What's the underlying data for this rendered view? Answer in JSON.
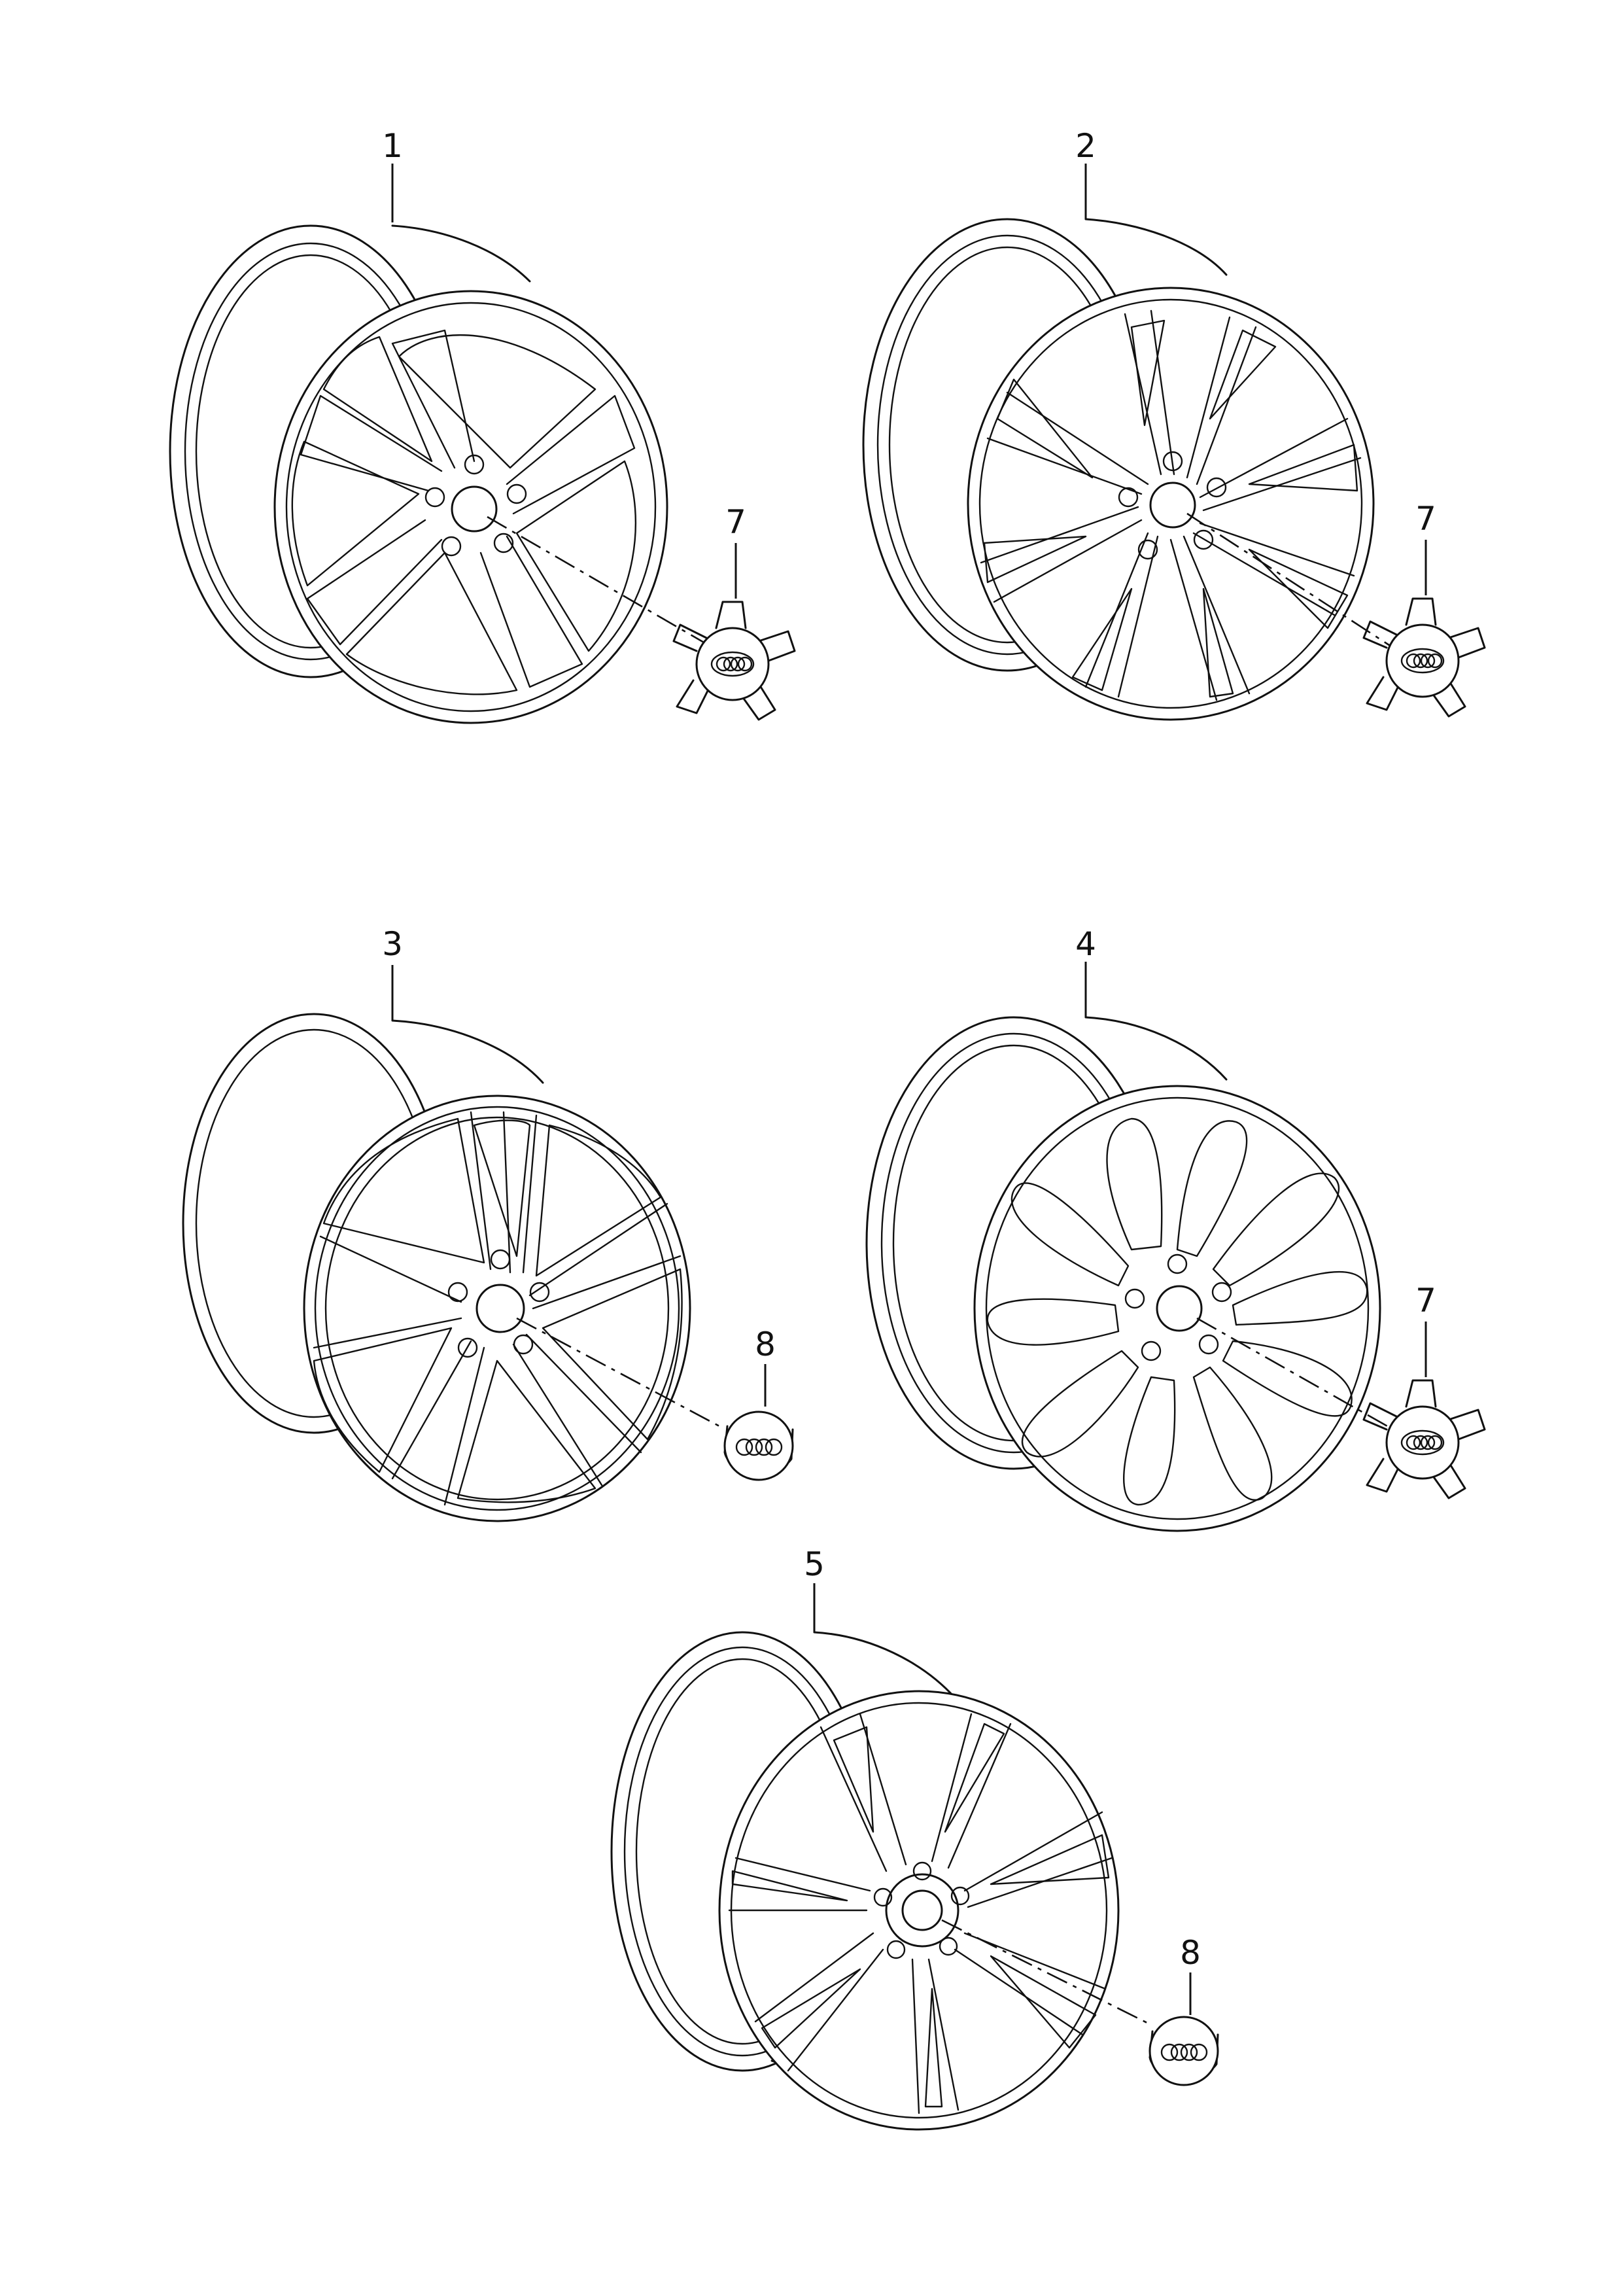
{
  "callouts": {
    "wheel_1": "1",
    "wheel_2": "2",
    "wheel_3": "3",
    "wheel_4": "4",
    "wheel_5": "5",
    "cap_1": "7",
    "cap_2": "7",
    "cap_3": "8",
    "cap_4": "7",
    "cap_5": "8"
  }
}
